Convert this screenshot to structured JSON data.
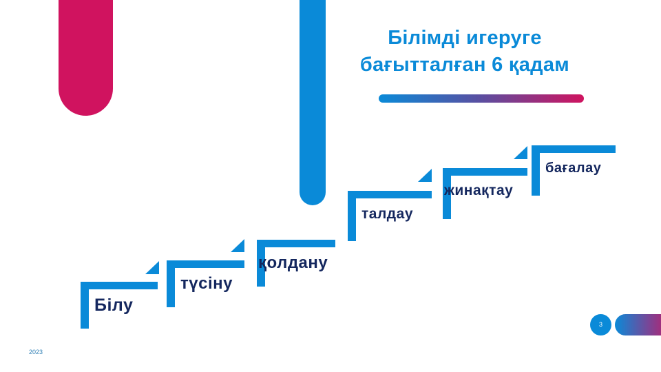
{
  "slide": {
    "title_lines": [
      "Білімді игеруге",
      "бағытталған 6 қадам"
    ],
    "page_number": "3",
    "footer_year": "2023"
  },
  "steps": [
    {
      "label": "Білу"
    },
    {
      "label": "түсіну"
    },
    {
      "label": "қолдану"
    },
    {
      "label": "талдау"
    },
    {
      "label": "жинақтау"
    },
    {
      "label": "бағалау"
    }
  ],
  "colors": {
    "accent_blue": "#0a8ad8",
    "accent_pink": "#d0135f",
    "label_navy": "#14275e"
  }
}
